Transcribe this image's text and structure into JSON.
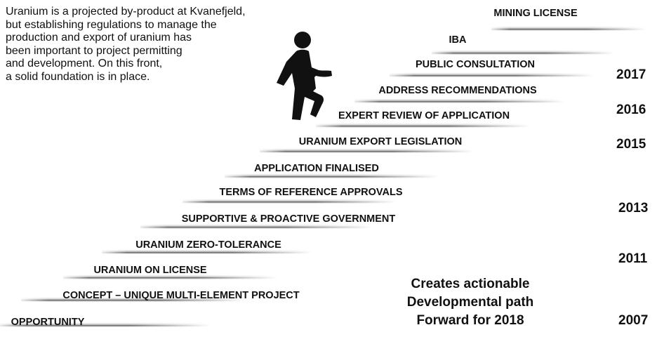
{
  "intro": {
    "text": "Uranium is a projected by-product at Kvanefjeld,\nbut establishing regulations to manage the\nproduction and export of uranium has\nbeen important to project permitting\nand development. On this front,\na solid foundation is in place."
  },
  "steps": [
    {
      "label": "MINING LICENSE"
    },
    {
      "label": "IBA"
    },
    {
      "label": "PUBLIC CONSULTATION"
    },
    {
      "label": "ADDRESS RECOMMENDATIONS"
    },
    {
      "label": "EXPERT REVIEW OF APPLICATION"
    },
    {
      "label": "URANIUM EXPORT LEGISLATION"
    },
    {
      "label": "APPLICATION FINALISED"
    },
    {
      "label": "TERMS OF REFERENCE APPROVALS"
    },
    {
      "label": "SUPPORTIVE & PROACTIVE GOVERNMENT"
    },
    {
      "label": "URANIUM ZERO-TOLERANCE"
    },
    {
      "label": "URANIUM ON LICENSE"
    },
    {
      "label": "CONCEPT – UNIQUE MULTI-ELEMENT PROJECT"
    },
    {
      "label": "OPPORTUNITY"
    }
  ],
  "years": [
    "2017",
    "2016",
    "2015",
    "2013",
    "2011",
    "2007"
  ],
  "callout": {
    "line1": "Creates actionable",
    "line2": "Developmental path",
    "line3": "Forward for 2018"
  },
  "icons": {
    "walker": "person-climbing-stairs-icon"
  },
  "colors": {
    "text": "#111111",
    "step_shadow": "#5a5a5a",
    "background": "#ffffff"
  }
}
